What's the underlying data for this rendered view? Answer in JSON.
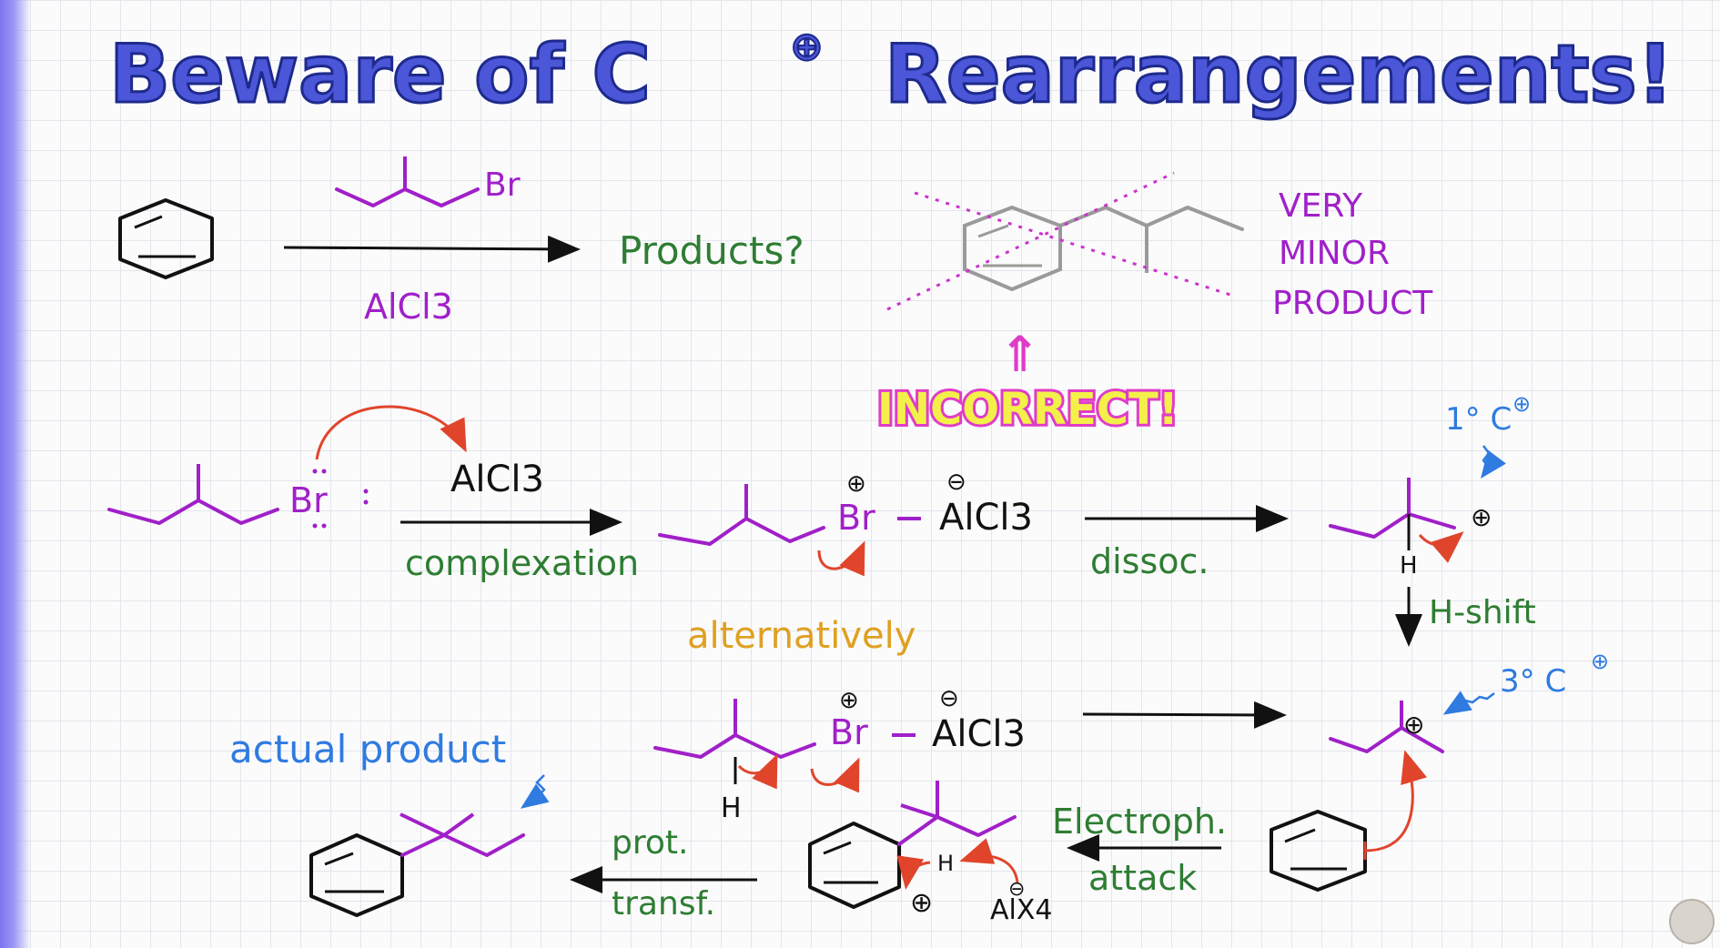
{
  "title": {
    "part1": "Beware of C",
    "charge": "⊕",
    "part2": "Rearrangements!"
  },
  "reaction1": {
    "reagent_top": "Br",
    "reagent_bottom": "AlCl3",
    "result": "Products?"
  },
  "wrong_product": {
    "note_line1": "VERY",
    "note_line2": "MINOR",
    "note_line3": "PRODUCT",
    "arrow": "⇑",
    "verdict": "INCORRECT!"
  },
  "mechanism": {
    "step1_reagent": "AlCl3",
    "step1_label": "complexation",
    "complex_br": "Br",
    "complex_al": "AlCl3",
    "plus": "⊕",
    "minus": "⊖",
    "step2_label": "dissoc.",
    "primary_label": "1° C",
    "h_label": "H",
    "hshift_label": "H-shift",
    "alt_label": "alternatively",
    "tertiary_label": "3° C",
    "electroph_line1": "Electroph.",
    "electroph_line2": "attack",
    "prot_line1": "prot.",
    "prot_line2": "transf.",
    "alx4": "AlX4",
    "actual_product": "actual product"
  },
  "colors": {
    "title_fill": "#4b57d8",
    "title_outline": "#1e2a8c",
    "purple": "#a020c8",
    "green": "#2e7d32",
    "red": "#e0452c",
    "blue": "#2f7be0",
    "orange": "#e0a020",
    "incorrect_fill": "#f4f04a",
    "incorrect_glow": "#e03cc8"
  }
}
